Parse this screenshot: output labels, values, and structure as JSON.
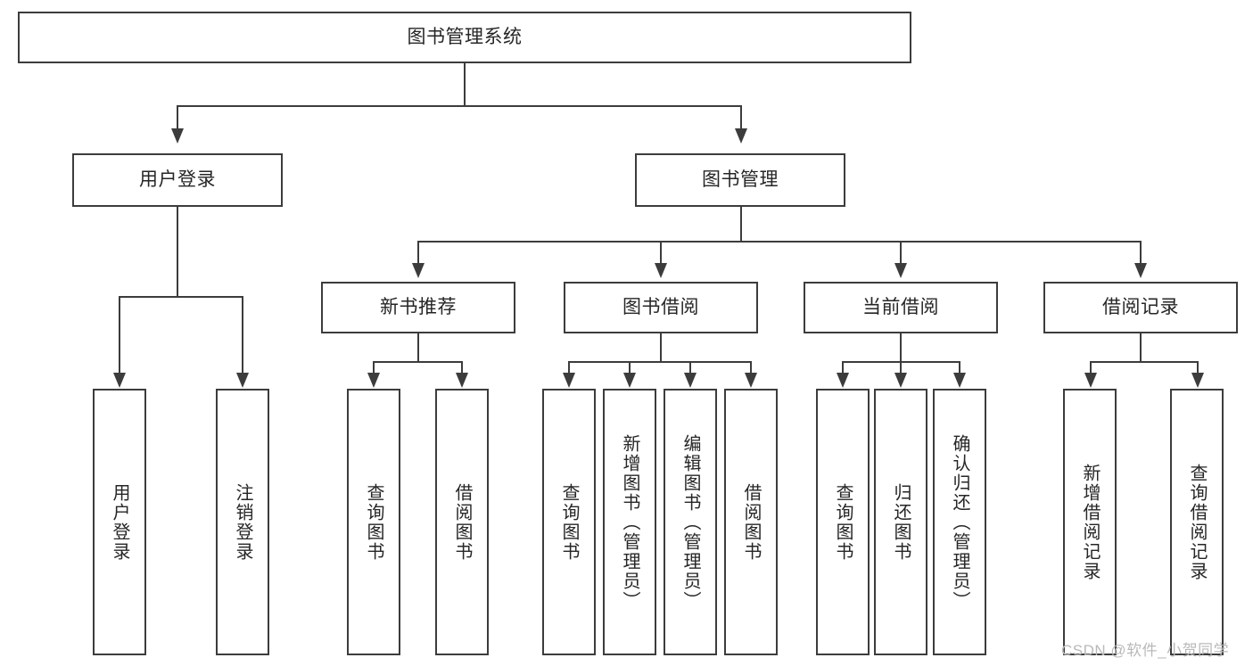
{
  "diagram": {
    "type": "tree-hierarchy",
    "title": "图书管理系统",
    "root": {
      "label": "图书管理系统"
    },
    "level1": [
      {
        "label": "用户登录"
      },
      {
        "label": "图书管理"
      }
    ],
    "level2": [
      {
        "label": "新书推荐"
      },
      {
        "label": "图书借阅"
      },
      {
        "label": "当前借阅"
      },
      {
        "label": "借阅记录"
      }
    ],
    "leaves": {
      "user_login": [
        {
          "label": "用户登录"
        },
        {
          "label": "注销登录"
        }
      ],
      "new_book_recommend": [
        {
          "label": "查询图书"
        },
        {
          "label": "借阅图书"
        }
      ],
      "book_borrow": [
        {
          "label": "查询图书"
        },
        {
          "label": "新增图书（管理员）"
        },
        {
          "label": "编辑图书（管理员）"
        },
        {
          "label": "借阅图书"
        }
      ],
      "current_borrow": [
        {
          "label": "查询图书"
        },
        {
          "label": "归还图书"
        },
        {
          "label": "确认归还（管理员）"
        }
      ],
      "borrow_record": [
        {
          "label": "新增借阅记录"
        },
        {
          "label": "查询借阅记录"
        }
      ]
    }
  },
  "watermark": {
    "text": "CSDN @软件_小贺同学"
  },
  "colors": {
    "stroke": "#3c3c3c",
    "text": "#262626",
    "background": "#ffffff",
    "watermark": "#b9b9b9"
  }
}
